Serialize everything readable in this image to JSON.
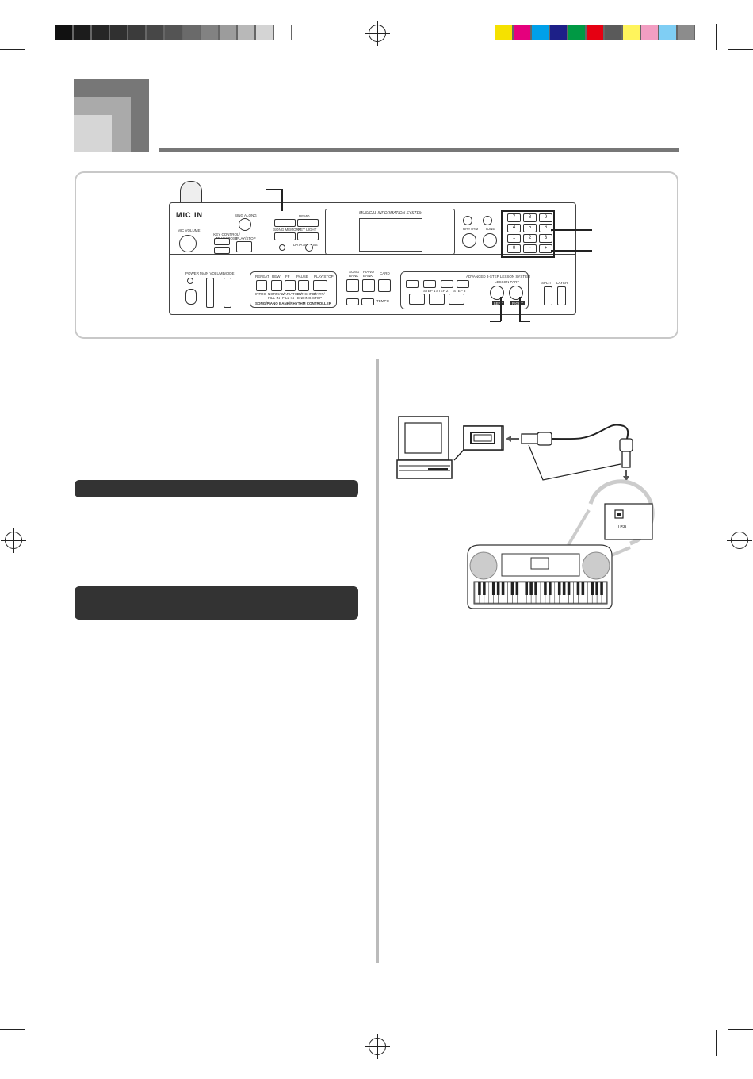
{
  "print_marks": {
    "gray_swatches": [
      "#111111",
      "#1c1c1c",
      "#262626",
      "#303030",
      "#3b3b3b",
      "#474747",
      "#545454",
      "#6a6a6a",
      "#828282",
      "#9c9c9c",
      "#b8b8b8",
      "#d4d4d4",
      "#ffffff"
    ],
    "color_swatches": [
      "#f5e100",
      "#e5007d",
      "#00a0e9",
      "#1d2088",
      "#009944",
      "#e60012",
      "#5a5a5a",
      "#fff45c",
      "#f29ec2",
      "#7fcef4",
      "#8c8c8c"
    ]
  },
  "keyboard_panel": {
    "mic_in": "MIC IN",
    "mic_volume": "MIC VOLUME",
    "sing_along": "SING ALONG",
    "key_control": "KEY CONTROL/ TRANSPOSE",
    "play_stop": "PLAY/STOP",
    "demo": "DEMO",
    "key_light": "KEY LIGHT",
    "song_memory": "SONG MEMORY",
    "data_access": "DATA ACCESS",
    "display_title": "MUSICAL INFORMATION SYSTEM",
    "rhythm": "RHYTHM",
    "tone": "TONE",
    "power": "POWER",
    "main_volume": "MAIN VOLUME",
    "mode": "MODE",
    "repeat": "REPEAT",
    "rew": "REW",
    "ff": "FF",
    "pause": "PAUSE",
    "play_stop2": "PLAY/STOP",
    "intro": "INTRO",
    "normal_fill_in": "NORMAL/ FILL-IN",
    "variation_fill_in": "VARIATION/ FILL-IN",
    "synchro_ending": "SYNCHRO/ ENDING",
    "start_stop": "START/ STOP",
    "controller_caption": "SONG/PIANO BANK/RHYTHM CONTROLLER",
    "song_bank": "SONG BANK",
    "piano_bank": "PIANO BANK",
    "card": "CARD",
    "tempo": "TEMPO",
    "lesson_system": "ADVANCED 3-STEP LESSON SYSTEM",
    "step1": "STEP 1",
    "step2": "STEP 2",
    "step3": "STEP 3",
    "lesson_part": "LESSON PART",
    "left": "LEFT",
    "right": "RIGHT",
    "split": "SPLIT",
    "layer": "LAYER",
    "number_keys": [
      "7",
      "8",
      "9",
      "4",
      "5",
      "6",
      "1",
      "2",
      "3",
      "0",
      "−",
      "+"
    ]
  },
  "usb_panel": {
    "usb_label": "USB"
  }
}
